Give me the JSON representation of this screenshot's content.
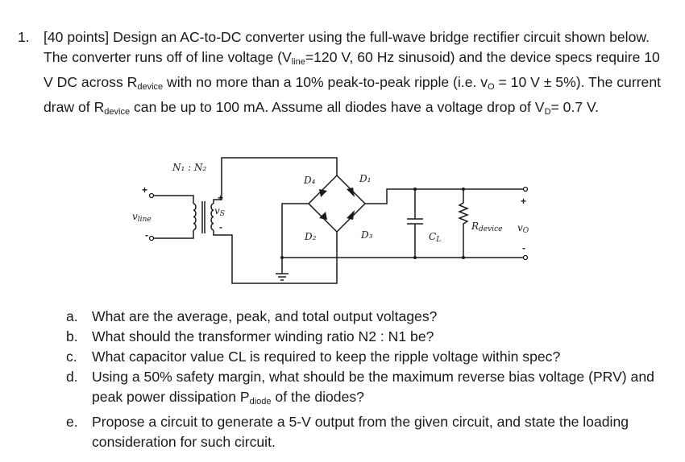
{
  "problem": {
    "number": "1.",
    "points": "[40 points]",
    "intro": "Design an AC-to-DC converter using the full-wave bridge rectifier circuit shown below. The converter runs off of line voltage (V",
    "vline_sub": "line",
    "vline_rest": "=120 V, 60 Hz sinusoid) and the device specs require 10 V DC across R",
    "rdevice_sub": "device",
    "spec_rest": " with no more than a 10% peak-to-peak ripple (i.e. v",
    "vo_sub": "O",
    "vo_rest": " = 10 V ± 5%). The current draw of R",
    "rdevice_sub2": "device",
    "current_rest": " can be up to 100 mA. Assume all diodes have a voltage drop of V",
    "vd_sub": "D",
    "vd_rest": "= 0.7 V."
  },
  "circuit": {
    "ratio_label": "N₁ : N₂",
    "vline_label": "v",
    "vline_label_sub": "line",
    "vs_label": "v",
    "vs_label_sub": "S",
    "d1": "D₁",
    "d2": "D₂",
    "d3": "D₃",
    "d4": "D₄",
    "cl": "C",
    "cl_sub": "L",
    "rdevice": "R",
    "rdevice_sub": "device",
    "vo": "v",
    "vo_sub": "O",
    "plus": "+",
    "minus": "-"
  },
  "parts": [
    {
      "letter": "a.",
      "text": "What are the average, peak, and total output voltages?"
    },
    {
      "letter": "b.",
      "text": "What should the transformer winding ratio N2 : N1 be?"
    },
    {
      "letter": "c.",
      "text": "What capacitor value CL is required to keep the ripple voltage within spec?"
    },
    {
      "letter": "d.",
      "text_a": "Using a 50% safety margin, what should be the maximum reverse bias voltage (PRV) and peak power dissipation P",
      "sub": "diode",
      "text_b": " of the diodes?"
    },
    {
      "letter": "e.",
      "text": "Propose a circuit to generate a 5-V output from the given circuit, and state the loading consideration for such circuit."
    }
  ]
}
